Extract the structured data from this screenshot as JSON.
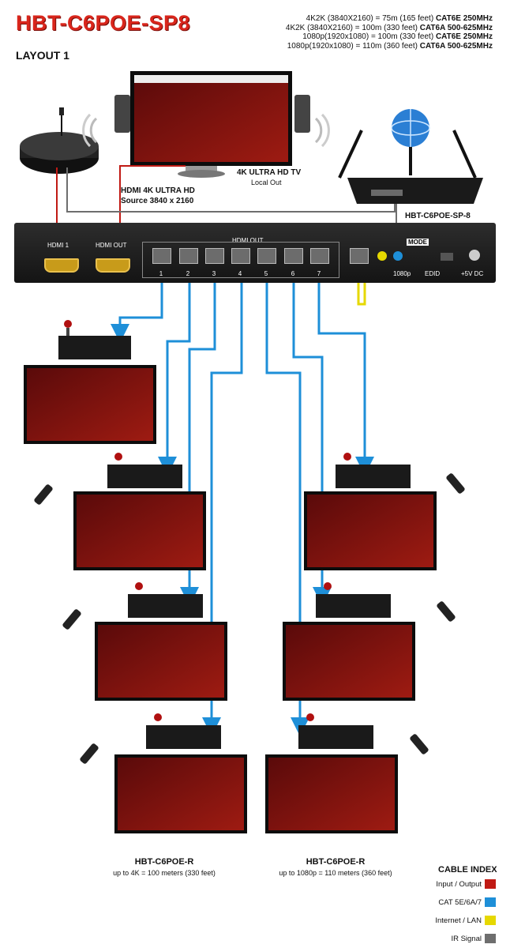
{
  "header": {
    "title": "HBT-C6POE-SP8",
    "layout_label": "LAYOUT 1",
    "specs": [
      {
        "text": "4K2K (3840X2160) = 75m (165 feet)",
        "strong": "CAT6E 250MHz"
      },
      {
        "text": "4K2K (3840X2160) = 100m (330 feet)",
        "strong": "CAT6A 500-625MHz"
      },
      {
        "text": "1080p(1920x1080) = 100m (330 feet)",
        "strong": "CAT6E 250MHz"
      },
      {
        "text": "1080p(1920x1080) = 110m (360 feet)",
        "strong": "CAT6A 500-625MHz"
      }
    ]
  },
  "source": {
    "line1": "HDMI 4K ULTRA HD",
    "line2": "Source 3840 x 2160"
  },
  "local_tv": {
    "line1": "4K ULTRA HD TV",
    "line2": "Local Out"
  },
  "device": {
    "name": "HBT-C6POE-SP-8",
    "hdmi1": "HDMI 1",
    "hdmi_out_left": "HDMI OUT",
    "hdmi_out_group": "HDMI OUT",
    "ports": [
      "1",
      "2",
      "3",
      "4",
      "5",
      "6",
      "7"
    ],
    "mode": "MODE",
    "res": "1080p",
    "edid": "EDID",
    "power": "+5V DC"
  },
  "receivers": [
    {
      "title": "HBT-C6POE-R",
      "note": "up to 4K = 100 meters (330 feet)"
    },
    {
      "title": "HBT-C6POE-R",
      "note": "up to 1080p = 110 meters (360 feet)"
    }
  ],
  "cable_index": {
    "title": "CABLE INDEX",
    "items": [
      {
        "label": "Input / Output",
        "color": "#c01a14"
      },
      {
        "label": "CAT 5E/6A/7",
        "color": "#1e8fd8"
      },
      {
        "label": "Internet / LAN",
        "color": "#e6d800"
      },
      {
        "label": "IR Signal",
        "color": "#6e6e6e"
      }
    ]
  },
  "colors": {
    "brand_red": "#d9261c",
    "cat_blue": "#1e8fd8"
  }
}
